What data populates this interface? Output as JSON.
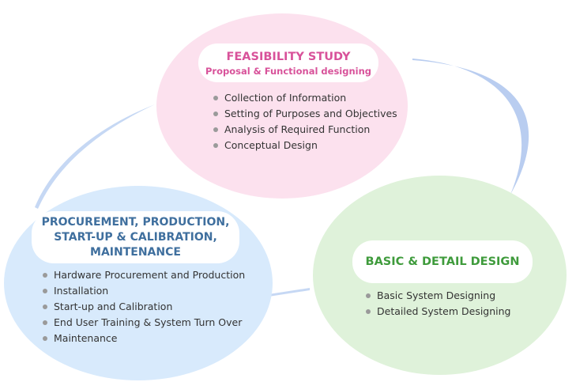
{
  "colors": {
    "feasibility_fill": "#fce1ee",
    "feasibility_text": "#d8529a",
    "procurement_fill": "#d8eafc",
    "procurement_text": "#3f6f9e",
    "basic_fill": "#dff2da",
    "basic_text": "#3f9b3c",
    "connector": "#b9cdf0"
  },
  "feasibility": {
    "title": "FEASIBILITY STUDY",
    "subtitle": "Proposal & Functional designing",
    "items": [
      "Collection of Information",
      "Setting of Purposes and Objectives",
      "Analysis of Required Function",
      "Conceptual Design"
    ]
  },
  "procurement": {
    "title": "PROCUREMENT, PRODUCTION,\nSTART-UP & CALIBRATION,\nMAINTENANCE",
    "items": [
      "Hardware Procurement and Production",
      "Installation",
      "Start-up and Calibration",
      "End User Training & System Turn Over",
      "Maintenance"
    ]
  },
  "basic_detail": {
    "title": "BASIC & DETAIL DESIGN",
    "items": [
      "Basic System Designing",
      "Detailed System Designing"
    ]
  }
}
